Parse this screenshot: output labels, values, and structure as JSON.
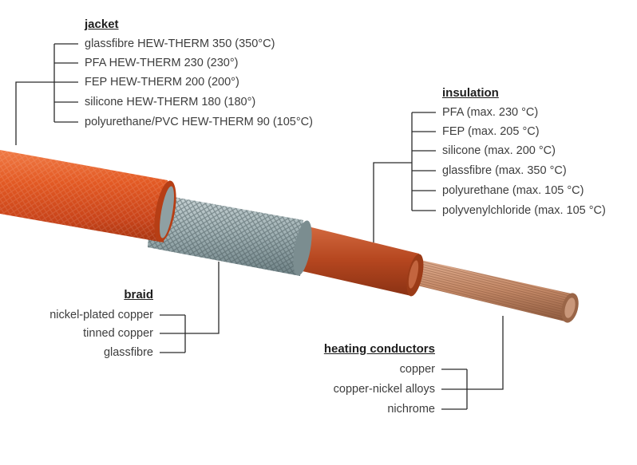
{
  "jacket": {
    "title": "jacket",
    "items": [
      "glassfibre HEW-THERM 350 (350°C)",
      "PFA HEW-THERM 230 (230°)",
      "FEP HEW-THERM 200 (200°)",
      "silicone HEW-THERM 180 (180°)",
      "polyurethane/PVC HEW-THERM 90 (105°C)"
    ]
  },
  "insulation": {
    "title": "insulation",
    "items": [
      "PFA (max. 230 °C)",
      "FEP (max. 205 °C)",
      "silicone (max. 200 °C)",
      "glassfibre (max. 350 °C)",
      "polyurethane (max. 105 °C)",
      "polyvenylchloride (max. 105 °C)"
    ]
  },
  "braid": {
    "title": "braid",
    "items": [
      "nickel-plated copper",
      "tinned copper",
      "glassfibre"
    ]
  },
  "heating_conductors": {
    "title": "heating conductors",
    "items": [
      "copper",
      "copper-nickel alloys",
      "nichrome"
    ]
  },
  "colors": {
    "jacket": "#e0531f",
    "braid": "#9fb0b3",
    "insulation": "#b5461f",
    "conductor": "#c58a68",
    "leader_line": "#2a2a2a"
  }
}
